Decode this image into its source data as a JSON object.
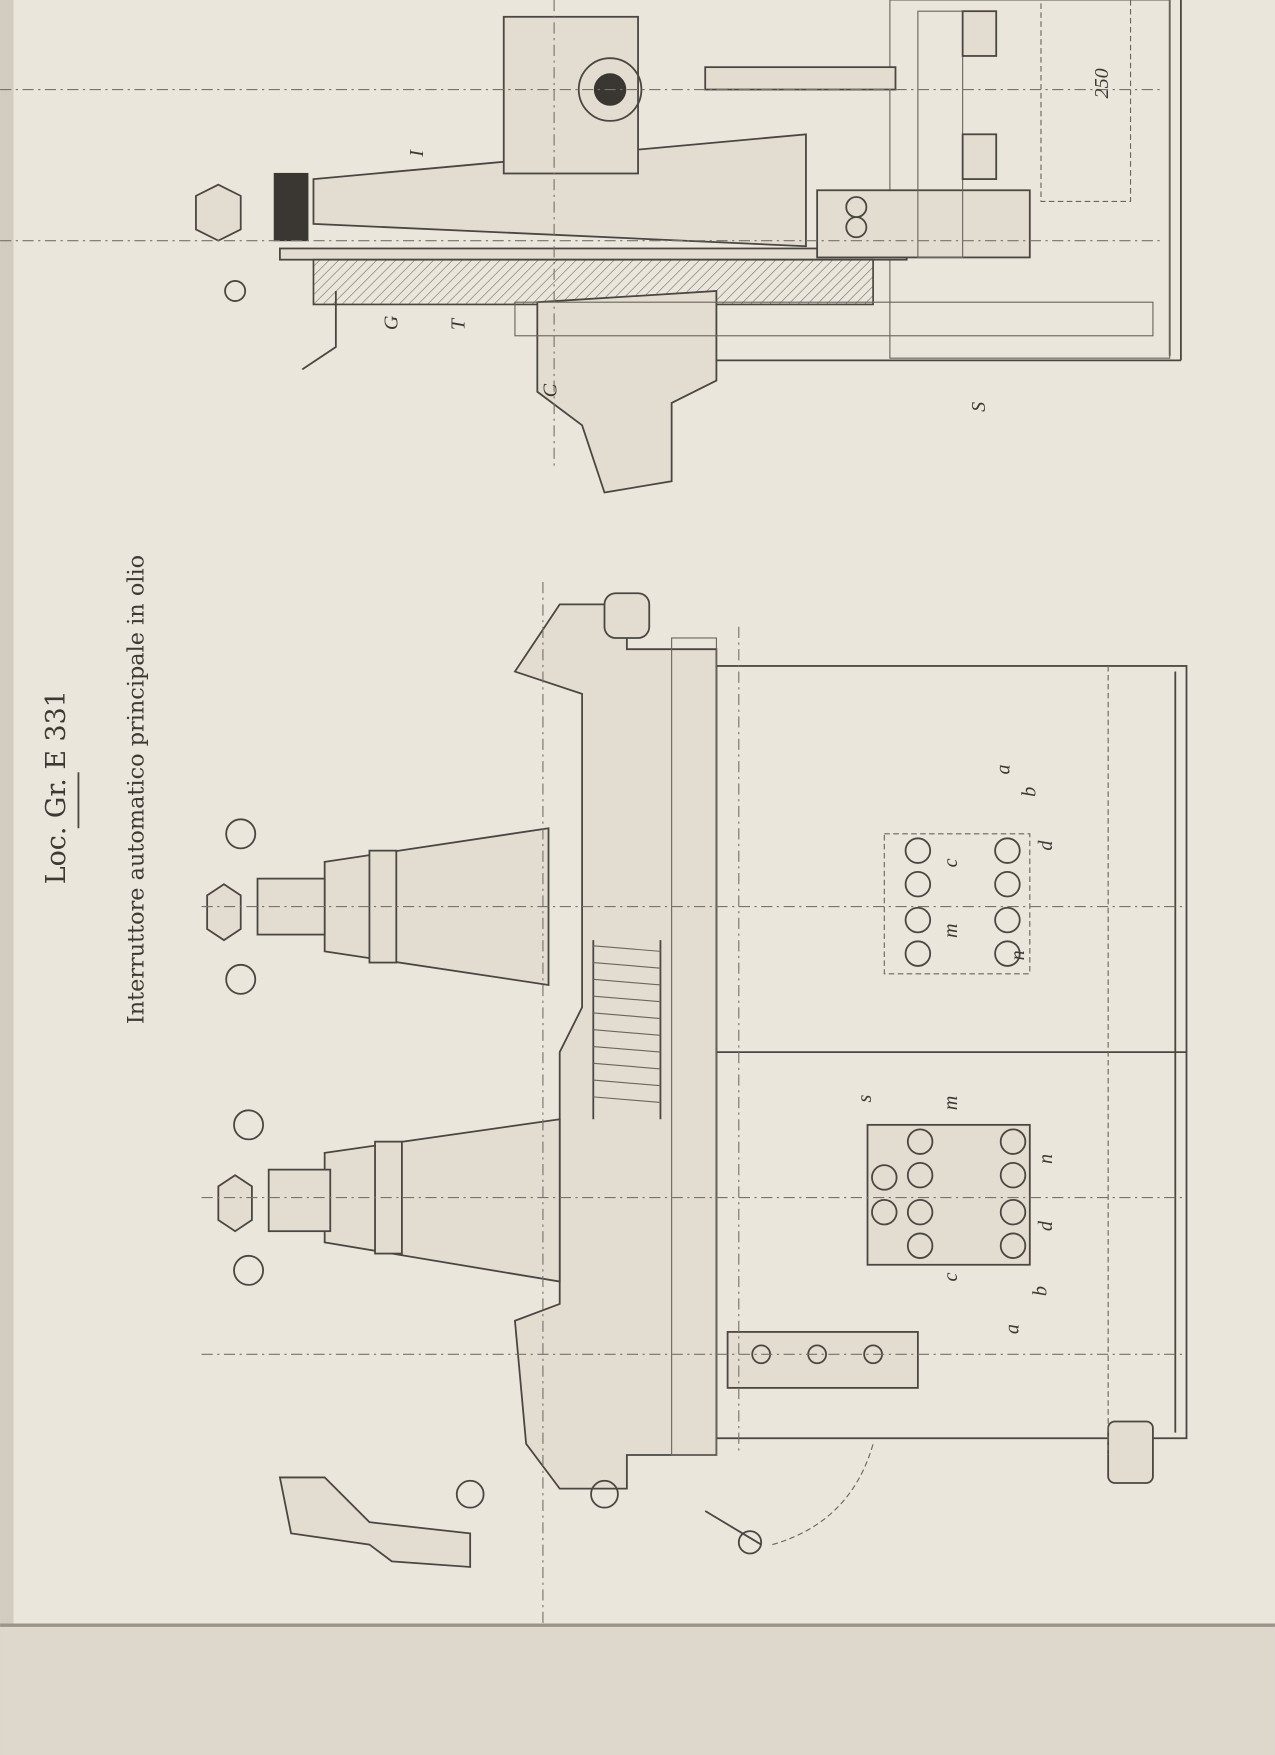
{
  "header": {
    "title": "Loc. Gr. E 331",
    "subtitle": "Interruttore automatico principale in olio"
  },
  "side_view_labels": {
    "I": "I",
    "G": "G",
    "T": "T",
    "C": "C",
    "S": "S",
    "dimension": "250"
  },
  "front_view_left_labels": {
    "a": "a",
    "b": "b",
    "c": "c",
    "d": "d",
    "m": "m",
    "n": "n"
  },
  "front_view_right_labels": {
    "s": "s",
    "m": "m",
    "n": "n",
    "d": "d",
    "c": "c",
    "b": "b",
    "a": "a"
  },
  "colors": {
    "paper": "#ebe6dc",
    "ink": "#4a4640"
  }
}
